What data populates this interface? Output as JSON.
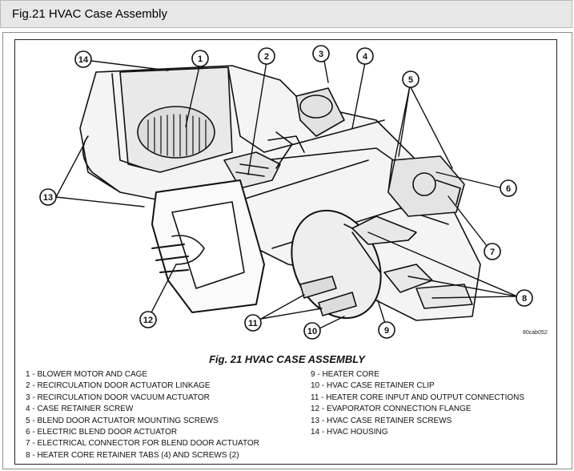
{
  "header": {
    "title": "Fig.21 HVAC Case Assembly"
  },
  "figure": {
    "caption": "Fig. 21 HVAC CASE ASSEMBLY",
    "ref_code": "80cab052",
    "callouts": [
      "1",
      "2",
      "3",
      "4",
      "5",
      "6",
      "7",
      "8",
      "9",
      "10",
      "11",
      "12",
      "13",
      "14"
    ]
  },
  "legend": {
    "left": [
      "1 - BLOWER MOTOR AND CAGE",
      "2 - RECIRCULATION DOOR ACTUATOR LINKAGE",
      "3 - RECIRCULATION DOOR VACUUM ACTUATOR",
      "4 - CASE RETAINER SCREW",
      "5 - BLEND DOOR ACTUATOR MOUNTING SCREWS",
      "6 - ELECTRIC BLEND DOOR ACTUATOR",
      "7 - ELECTRICAL CONNECTOR FOR BLEND DOOR ACTUATOR",
      "8 - HEATER CORE RETAINER TABS (4) AND SCREWS (2)"
    ],
    "right": [
      "9 - HEATER CORE",
      "10 - HVAC CASE RETAINER CLIP",
      "11 - HEATER CORE INPUT AND OUTPUT CONNECTIONS",
      "12 - EVAPORATOR CONNECTION FLANGE",
      "13 - HVAC CASE RETAINER SCREWS",
      "14 - HVAC HOUSING"
    ]
  }
}
